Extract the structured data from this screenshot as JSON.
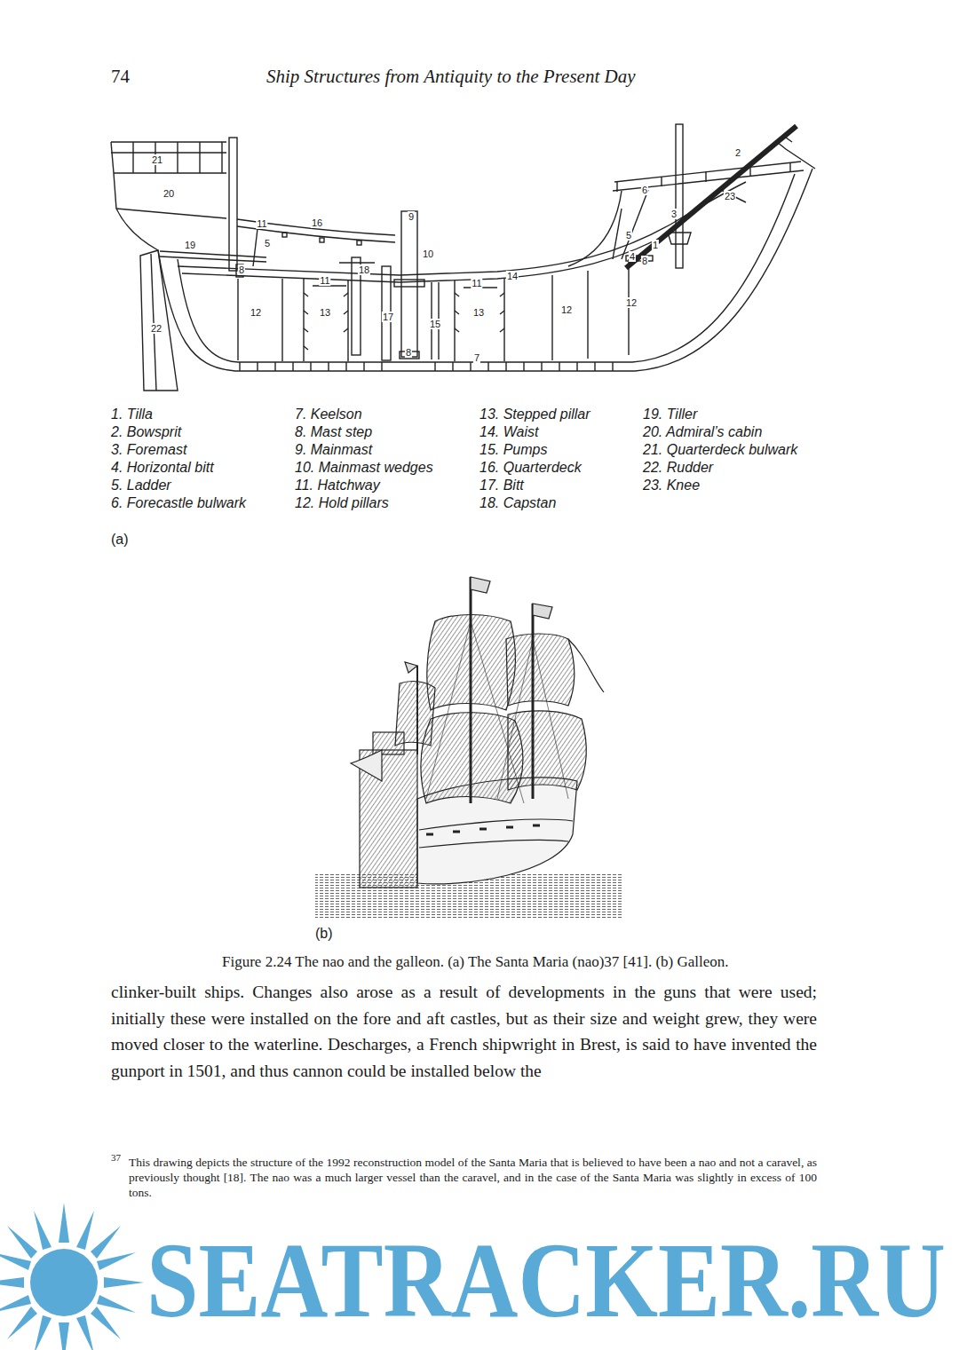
{
  "diagram": {
    "caption": "Figure 2.24 The nao and the galleon. (a) The Santa Maria (nao)37 [41]. (b) Galleon.",
    "labels": [
      "74",
      "Ship Structures from Antiquity to the Present Day",
      "21",
      "20",
      "11",
      "16",
      "5",
      "19",
      "8",
      "9",
      "10",
      "18",
      "11",
      "12",
      "13",
      "17",
      "15",
      "8",
      "11",
      "14",
      "13",
      "7",
      "12",
      "12",
      "22",
      "2",
      "6",
      "23",
      "3",
      "5",
      "1",
      "4",
      "8",
      "1. Tilla",
      "2. Bowsprit",
      "3. Foremast",
      "4. Horizontal bitt",
      "5. Ladder",
      "6. Forecastle bulwark",
      "7. Keelson",
      "8. Mast step",
      "9. Mainmast",
      "10. Mainmast wedges",
      "11. Hatchway",
      "12. Hold pillars",
      "13. Stepped pillar",
      "14. Waist",
      "15. Pumps",
      "16. Quarterdeck",
      "17. Bitt",
      "18. Capstan",
      "19. Tiller",
      "20. Admiral’s cabin",
      "21. Quarterdeck bulwark",
      "22. Rudder",
      "23. Knee",
      "(a)",
      "(b)",
      "clinker-built ships. Changes also arose as a result of developments in the guns that were used; initially these were installed on the fore and aft castles, but as their size and weight grew, they were moved closer to the waterline. Descharges, a French shipwright in Brest, is said to have invented the gunport in 1501, and thus cannon could be installed below the",
      "37",
      "This drawing depicts the structure of the 1992 reconstruction model of the Santa Maria that is believed to have been a nao and not a caravel, as previously thought [18]. The nao was a much larger vessel than the caravel, and in the case of the Santa Maria was slightly in excess of 100 tons.",
      "SEATRACKER.RU"
    ]
  }
}
